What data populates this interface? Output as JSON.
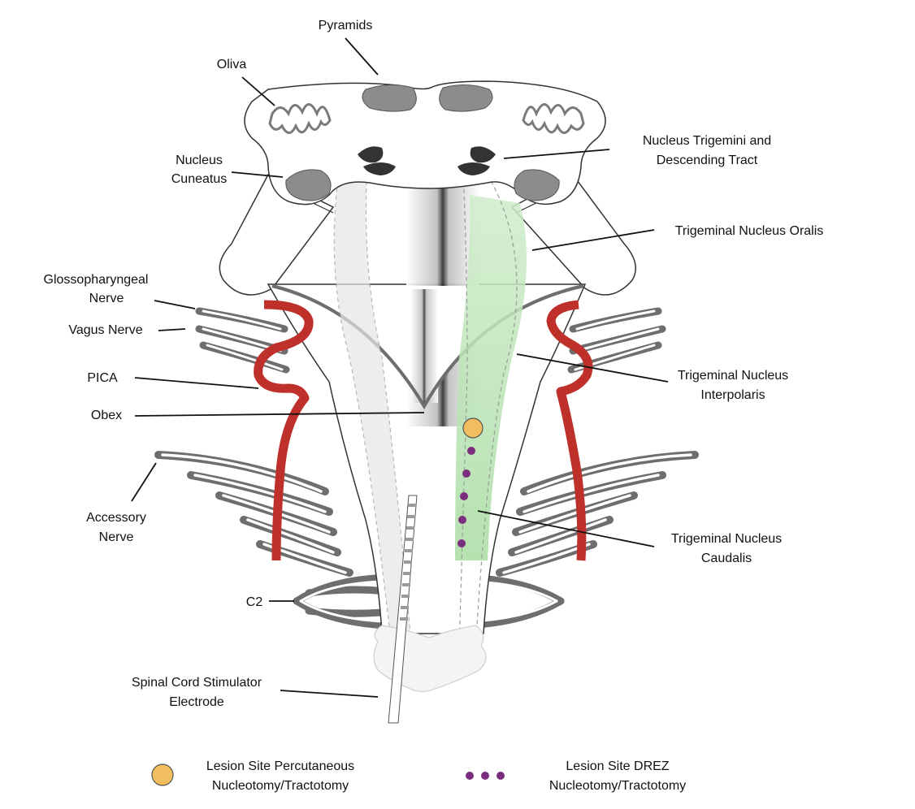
{
  "labels": {
    "pyramids": "Pyramids",
    "oliva": "Oliva",
    "nucleus_cuneatus_1": "Nucleus",
    "nucleus_cuneatus_2": "Cuneatus",
    "nucleus_trigemini_1": "Nucleus Trigemini and",
    "nucleus_trigemini_2": "Descending Tract",
    "trigeminal_oralis": "Trigeminal Nucleus Oralis",
    "glossopharyngeal_1": "Glossopharyngeal",
    "glossopharyngeal_2": "Nerve",
    "vagus": "Vagus Nerve",
    "pica": "PICA",
    "obex": "Obex",
    "trigeminal_interpolaris_1": "Trigeminal Nucleus",
    "trigeminal_interpolaris_2": "Interpolaris",
    "accessory_1": "Accessory",
    "accessory_2": "Nerve",
    "trigeminal_caudalis_1": "Trigeminal Nucleus",
    "trigeminal_caudalis_2": "Caudalis",
    "c2": "C2",
    "scs_1": "Spinal Cord Stimulator",
    "scs_2": "Electrode"
  },
  "legend": {
    "percutaneous_1": "Lesion Site Percutaneous",
    "percutaneous_2": "Nucleotomy/Tractotomy",
    "drez_1": "Lesion Site DREZ",
    "drez_2": "Nucleotomy/Tractotomy"
  },
  "colors": {
    "outline": "#333333",
    "gray_nucleus": "#8c8c8c",
    "dark_nucleus": "#333333",
    "nerve": "#6e6e6e",
    "artery": "#c0302b",
    "trigeminal_tract": "#a8dca0",
    "lesion_percutaneous": "#f2bd5e",
    "lesion_drez": "#7b2d7e"
  }
}
